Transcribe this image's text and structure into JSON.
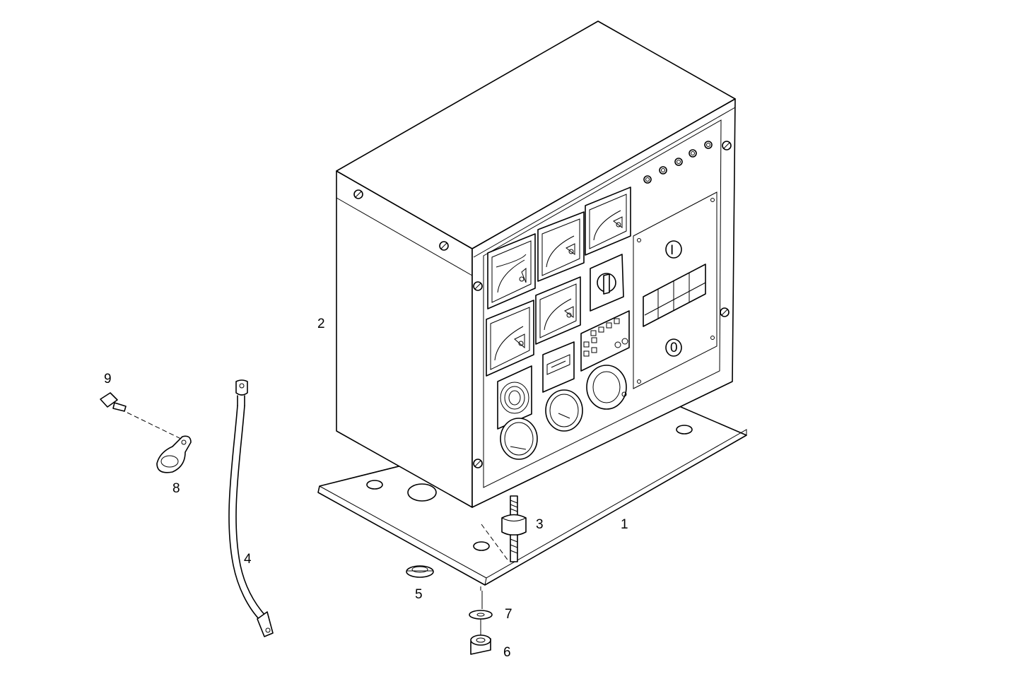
{
  "callouts": {
    "c1": "1",
    "c2": "2",
    "c3": "3",
    "c4": "4",
    "c5": "5",
    "c6": "6",
    "c7": "7",
    "c8": "8",
    "c9": "9"
  },
  "panel": {
    "breaker_on_symbol": "I",
    "breaker_off_symbol": "0"
  },
  "style": {
    "line_color": "#000000",
    "background": "#ffffff"
  }
}
